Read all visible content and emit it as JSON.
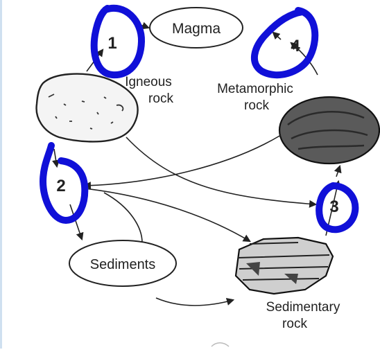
{
  "diagram": {
    "nodes": {
      "magma": "Magma",
      "igneous_line1": "Igneous",
      "igneous_line2": "rock",
      "metamorphic_line1": "Metamorphic",
      "metamorphic_line2": "rock",
      "sediments": "Sediments",
      "sedimentary_line1": "Sedimentary",
      "sedimentary_line2": "rock"
    },
    "step_markers": [
      "1",
      "2",
      "3",
      "4"
    ],
    "colors": {
      "annotation": "#1010d8",
      "ink": "#222222",
      "left_edge": "#cfe0f0"
    }
  }
}
